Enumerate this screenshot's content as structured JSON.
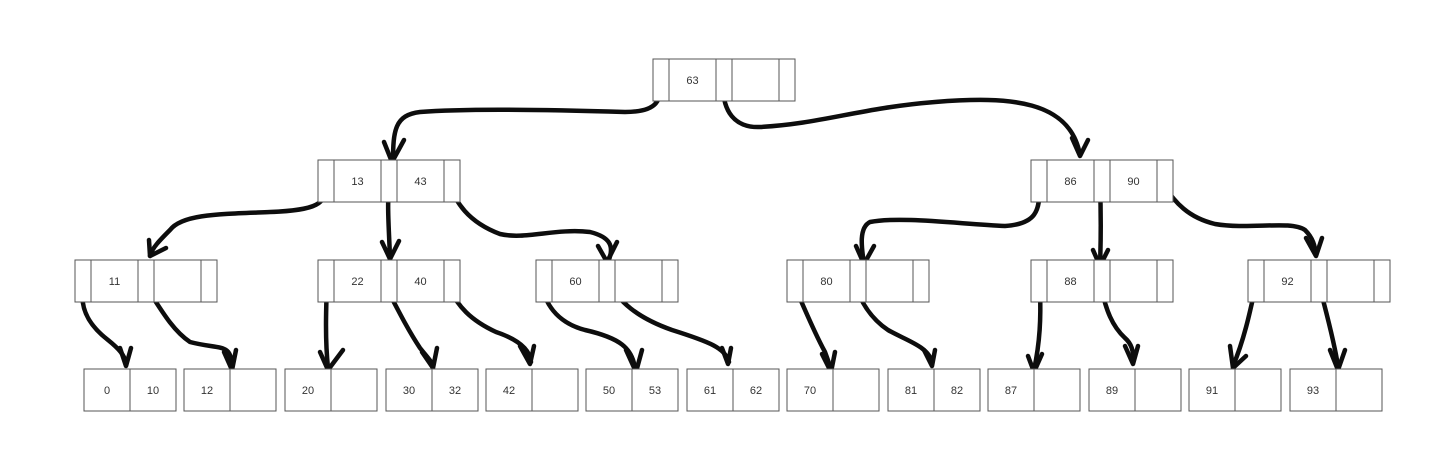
{
  "diagram": {
    "internal_nodes": [
      {
        "id": "root",
        "keys": [
          "63",
          ""
        ]
      },
      {
        "id": "n13-43",
        "keys": [
          "13",
          "43"
        ]
      },
      {
        "id": "n86-90",
        "keys": [
          "86",
          "90"
        ]
      },
      {
        "id": "n11",
        "keys": [
          "11",
          ""
        ]
      },
      {
        "id": "n22-40",
        "keys": [
          "22",
          "40"
        ]
      },
      {
        "id": "n60",
        "keys": [
          "60",
          ""
        ]
      },
      {
        "id": "n80",
        "keys": [
          "80",
          ""
        ]
      },
      {
        "id": "n88",
        "keys": [
          "88",
          ""
        ]
      },
      {
        "id": "n92",
        "keys": [
          "92",
          ""
        ]
      }
    ],
    "leaf_nodes": [
      {
        "id": "l0-10",
        "keys": [
          "0",
          "10"
        ]
      },
      {
        "id": "l12",
        "keys": [
          "12",
          ""
        ]
      },
      {
        "id": "l20",
        "keys": [
          "20",
          ""
        ]
      },
      {
        "id": "l30-32",
        "keys": [
          "30",
          "32"
        ]
      },
      {
        "id": "l42",
        "keys": [
          "42",
          ""
        ]
      },
      {
        "id": "l50-53",
        "keys": [
          "50",
          "53"
        ]
      },
      {
        "id": "l61-62",
        "keys": [
          "61",
          "62"
        ]
      },
      {
        "id": "l70",
        "keys": [
          "70",
          ""
        ]
      },
      {
        "id": "l81-82",
        "keys": [
          "81",
          "82"
        ]
      },
      {
        "id": "l87",
        "keys": [
          "87",
          ""
        ]
      },
      {
        "id": "l89",
        "keys": [
          "89",
          ""
        ]
      },
      {
        "id": "l91",
        "keys": [
          "91",
          ""
        ]
      },
      {
        "id": "l93",
        "keys": [
          "93",
          ""
        ]
      }
    ]
  }
}
